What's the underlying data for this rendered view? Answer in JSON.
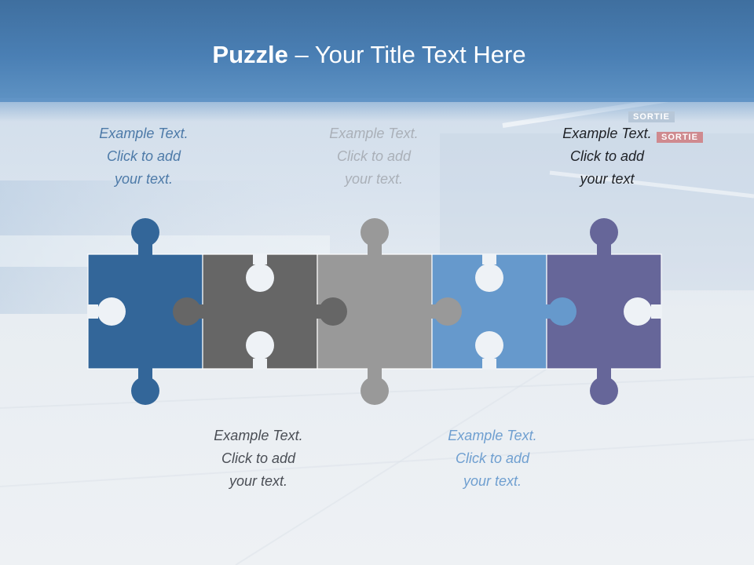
{
  "title": {
    "bold": "Puzzle",
    "rest": " – Your Title Text Here"
  },
  "signs": {
    "upper": "SORTIE",
    "lower": "SORTIE"
  },
  "captions": [
    {
      "lines": [
        "Example Text.",
        "Click  to add",
        "your text."
      ]
    },
    {
      "lines": [
        "Example Text.",
        "Click  to add",
        "your text."
      ]
    },
    {
      "lines": [
        "Example Text.",
        "Click  to add",
        "your text."
      ]
    },
    {
      "lines": [
        "Example Text.",
        "Click  to add",
        "your text."
      ]
    },
    {
      "lines": [
        "Example Text.",
        "Click  to add",
        "your text"
      ]
    }
  ],
  "colors": {
    "piece1": "#336699",
    "piece2": "#666666",
    "piece3": "#999999",
    "piece4": "#6699cc",
    "piece5": "#666699"
  }
}
